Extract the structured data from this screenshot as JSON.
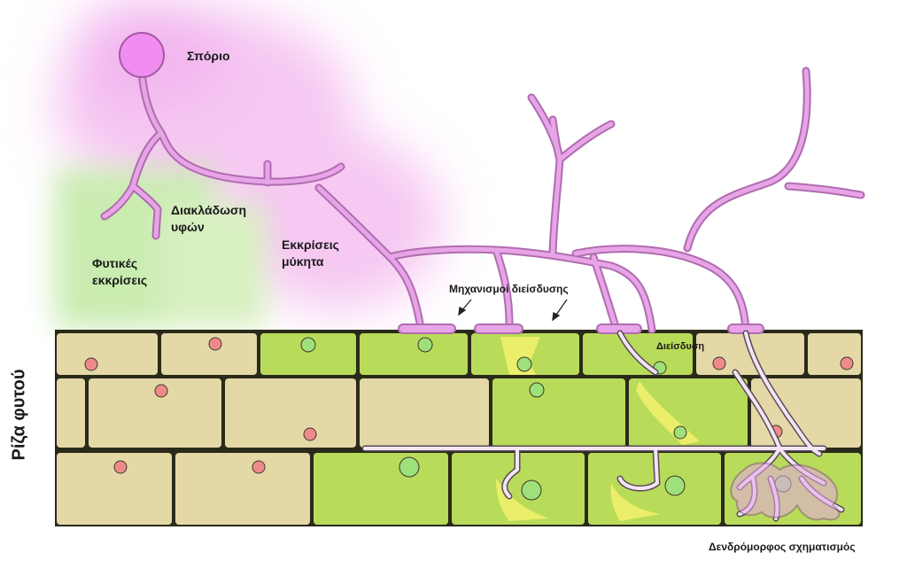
{
  "labels": {
    "spore": "Σπόριο",
    "hyphal_branching_1": "Διακλάδωση",
    "hyphal_branching_2": "υφών",
    "plant_exudates_1": "Φυτικές",
    "plant_exudates_2": "εκκρίσεις",
    "fungal_exudates_1": "Εκκρίσεις",
    "fungal_exudates_2": "μύκητα",
    "penetration_mechanisms": "Μηχανισμοί διείσδυσης",
    "penetration": "Διείσδυση",
    "plant_root": "Ρίζα φυτού",
    "arbuscule_formation": "Δενδρόμορφος σχηματισμός"
  },
  "colors": {
    "hypha": "#e7a5e7",
    "hypha_outline": "#b06cb0",
    "spore": "#f18cf0",
    "plant_cell": "#e4d8a6",
    "infected_cell": "#b9db5a",
    "cell_wall": "#2a2a1a",
    "nucleus_red": "#f08a8a",
    "nucleus_green": "#9ee07a",
    "yellow_zone": "#f1f06a",
    "plant_halo": "#c9ecb0",
    "fungal_halo": "#f6c8f2"
  }
}
